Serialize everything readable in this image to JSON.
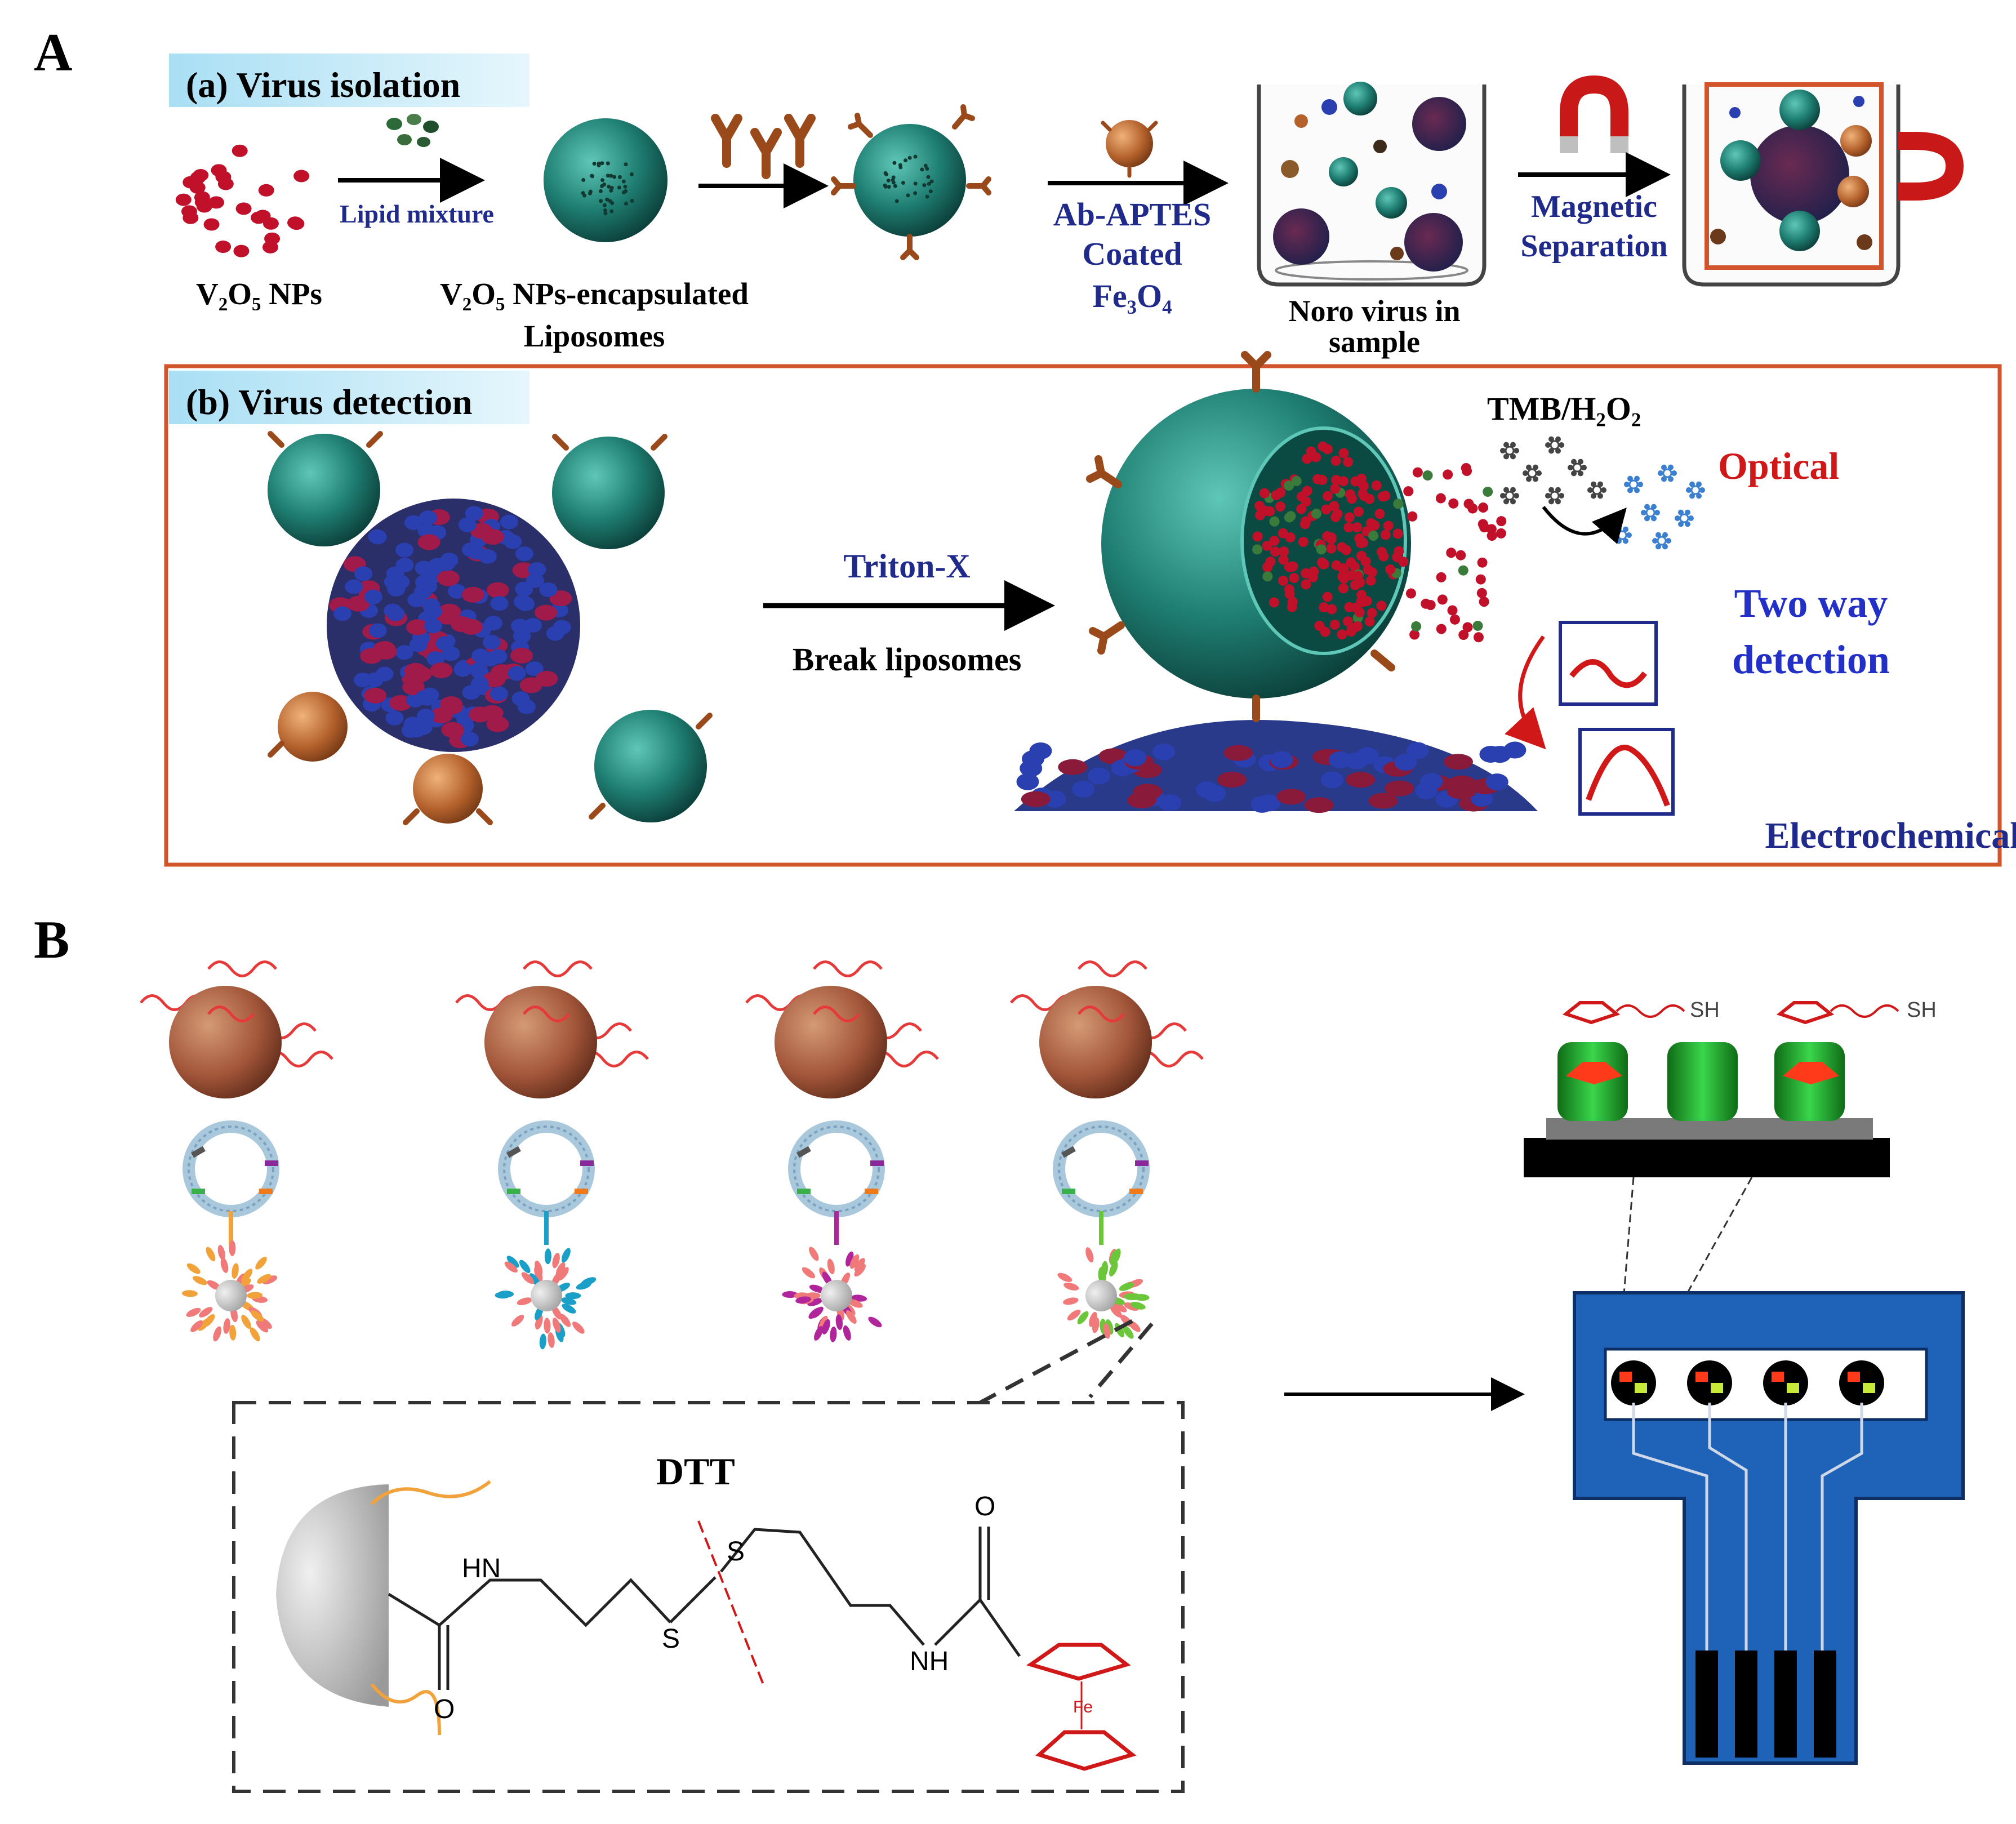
{
  "panel_A": {
    "letter": "A",
    "section_a": {
      "title": "(a) Virus isolation",
      "v2o5_label": "V₂O₅ NPs",
      "lipid_label": "Lipid mixture",
      "liposome_label_1": "V₂O₅ NPs-encapsulated",
      "liposome_label_2": "Liposomes",
      "ab_label_1": "Ab-APTES",
      "ab_label_2": "Coated",
      "ab_label_3": "Fe₃O₄",
      "noro_label_1": "Noro virus in",
      "noro_label_2": "sample",
      "mag_label_1": "Magnetic",
      "mag_label_2": "Separation"
    },
    "section_b": {
      "title": "(b) Virus detection",
      "triton_label": "Triton-X",
      "break_label": "Break liposomes",
      "tmb_label": "TMB/H₂O₂",
      "optical_label": "Optical",
      "two_way_1": "Two way",
      "two_way_2": "detection",
      "electro_label": "Electrochemical"
    }
  },
  "panel_B": {
    "letter": "B",
    "dtt_label": "DTT",
    "hn_label": "HN",
    "s_label": "S",
    "nh_label": "NH",
    "o_label": "O",
    "fe_label": "Fe",
    "sh_label": "SH"
  },
  "colors": {
    "teal": "#1f7f73",
    "crimson": "#c0102a",
    "navy": "#1f2a8a",
    "orange_frame": "#d2542a",
    "brown": "#b4612c",
    "electrode_blue": "#1e63b8",
    "red_text": "#d01818",
    "blue_text": "#2330c8"
  }
}
